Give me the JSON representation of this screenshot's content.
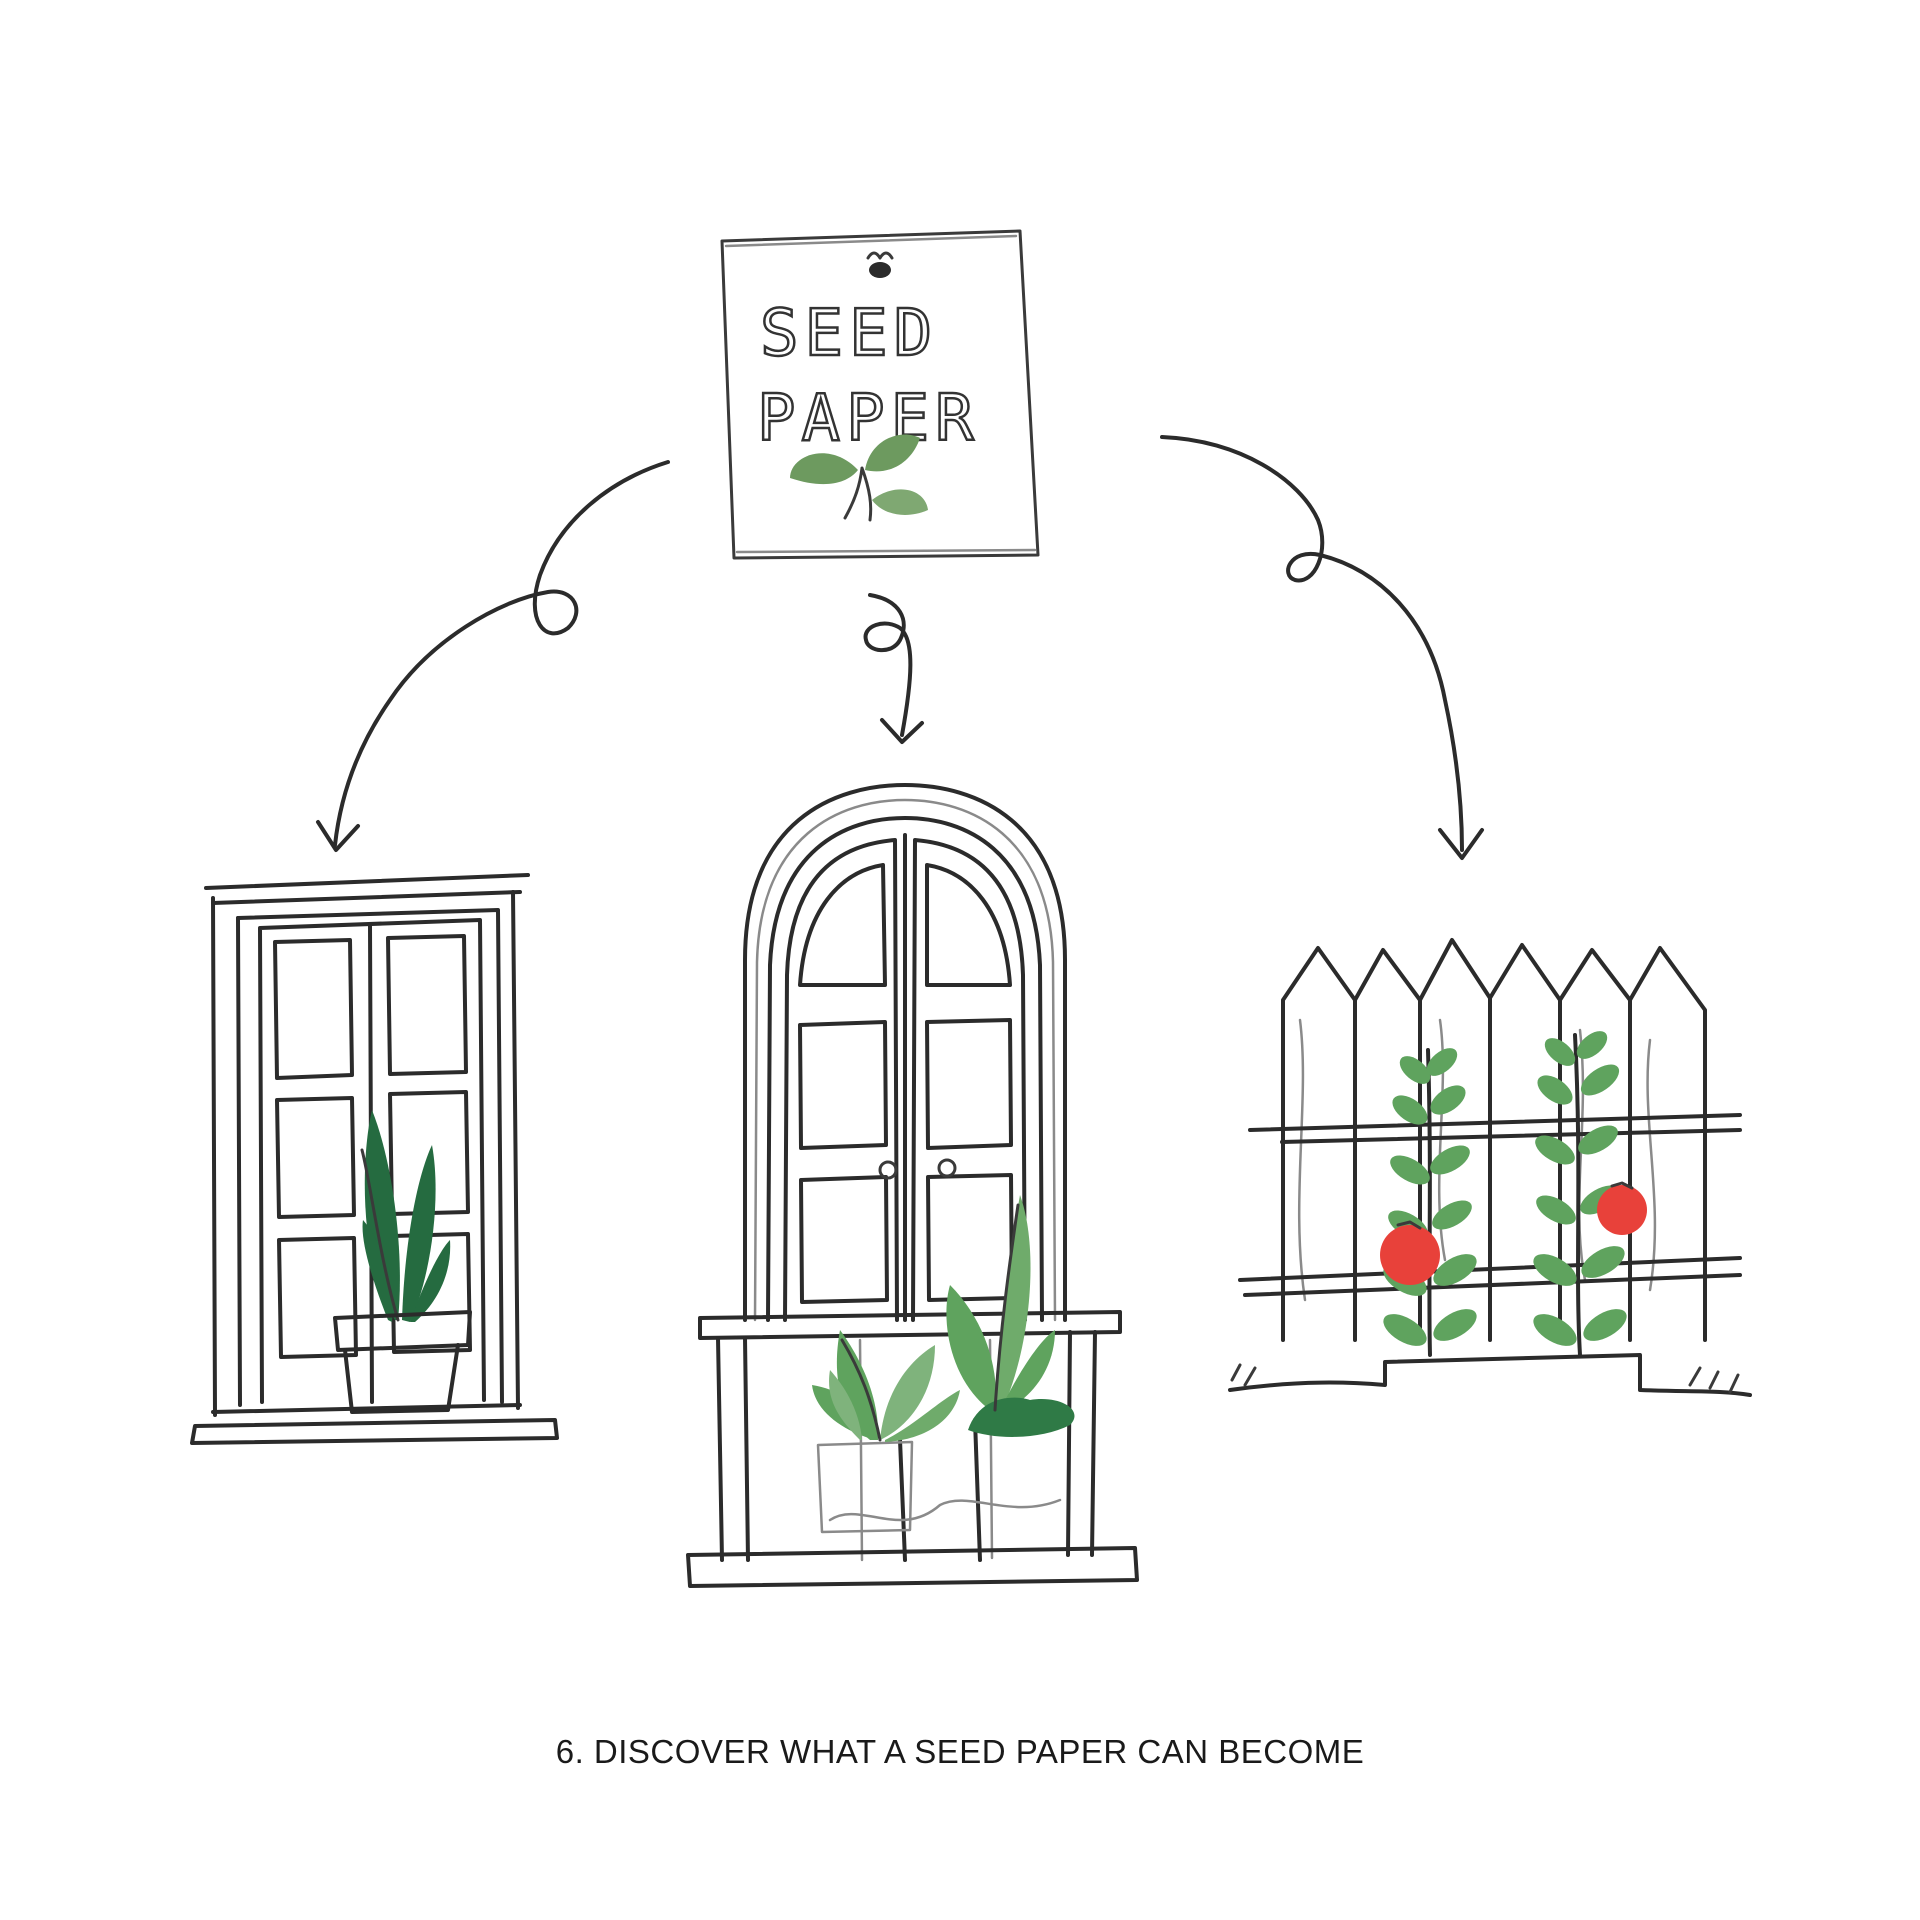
{
  "seed_card": {
    "line1": "SEED",
    "line2": "PAPER"
  },
  "caption": "6. DISCOVER WHAT A SEED PAPER CAN BECOME",
  "colors": {
    "pencil": "#2b2b2b",
    "leaf_light": "#7fb37c",
    "leaf_mid": "#5fa35e",
    "leaf_dark": "#256b40",
    "tomato": "#e8413a",
    "background": "#ffffff"
  },
  "icons": [
    "seed-paper-card-icon",
    "bee-icon",
    "sprout-icon",
    "window-potted-plant-icon",
    "balcony-plants-icon",
    "fence-tomato-plants-icon",
    "curly-arrow-icon"
  ]
}
